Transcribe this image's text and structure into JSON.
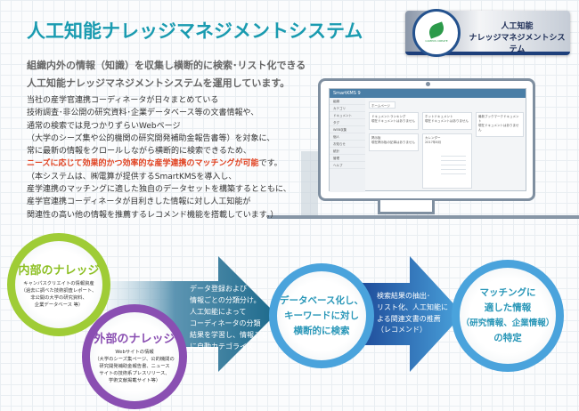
{
  "title": "人工知能ナレッジマネジメントシステム",
  "badge": {
    "logo_text": "CAMPUS CREATE Co.,Ltd. 株式会社キャンパスクリエイト",
    "line1": "人工知能",
    "line2": "ナレッジマネジメントシステム"
  },
  "subtitle": [
    "組織内外の情報（知識）を収集し横断的に検索･リスト化できる",
    "人工知能ナレッジマネジメントシステムを運用しています。"
  ],
  "body": {
    "lines_before": [
      "当社の産学官連携コーディネータが日々まとめている",
      "技術調査･非公開の研究資料･企業データベース等の文書情報や、",
      "通常の検索では見つかりずらいWebページ",
      "（大学のシーズ集や公的機関の研究開発補助金報告書等）を対象に、",
      "常に最新の情報をクロールしながら横断的に検索できるため、"
    ],
    "highlight": "ニーズに応じて効果的かつ効率的な産学連携のマッチングが可能",
    "highlight_suffix": "です。",
    "lines_after": [
      "（本システムは、㈱電算が提供するSmartKMSを導入し、",
      "産学連携のマッチングに適した独自のデータセットを構築するとともに、",
      "産学官連携コーディネータが目利きした情報に対し人工知能が",
      "関連性の高い他の情報を推薦するレコメンド機能を搭載しています。）"
    ]
  },
  "app": {
    "name": "SmartKMS 9",
    "tab": "ホームページ",
    "side": [
      "組織",
      "カテゴリ",
      "ドキュメント",
      "タグ",
      "WEB収集",
      "個人",
      "お知らせ",
      "統計",
      "管理",
      "ヘルプ"
    ],
    "panels": [
      {
        "title": "ドキュメントランキング",
        "body": "現在ドキュメントはありません"
      },
      {
        "title": "ホットドキュメント",
        "body": "現在ドキュメントはありません"
      },
      {
        "title": "最新ブックマークドキュメント",
        "body": "現在ドキュメントはありません"
      },
      {
        "title": "掲示板",
        "body": "現在掲示板の記事はありません"
      },
      {
        "title": "カレンダー",
        "body": "2017年8月"
      }
    ]
  },
  "green": {
    "heading": "内部のナレッジ",
    "detail": [
      "キャンパスクリエイトの情報資産",
      "（過去に調べた技術調査レポート、",
      "非公開の大学の研究資料、",
      "企業データベース 等）"
    ],
    "color": "#9fcc36"
  },
  "purple": {
    "heading": "外部のナレッジ",
    "detail": [
      "Webサイトの情報",
      "（大学のシーズ集ページ、公的機関の",
      "研究開発補助金報告書、ニュース",
      "サイトの技術系プレスリリース、",
      "学術文献掲載サイト等）"
    ],
    "color": "#8a4fb2"
  },
  "arrow1": [
    "データ登録および",
    "情報ごとの分類分け。",
    "人工知能によって",
    "コーディネータの分類",
    "結果を学習し、情報ごと",
    "に自動カテゴライズ"
  ],
  "blue": [
    "データベース化し、",
    "キーワードに対し",
    "横断的に検索"
  ],
  "arrow2": [
    "検索結果の抽出･",
    "リスト化、人工知能に",
    "よる関連文書の推薦",
    "（レコメンド）"
  ],
  "result": [
    "マッチングに",
    "適した情報",
    "（研究情報、企業情報）",
    "の特定"
  ],
  "colors": {
    "title": "#1a9bb0",
    "highlight": "#e0401f",
    "blue_ring": "#4aa3dc"
  }
}
